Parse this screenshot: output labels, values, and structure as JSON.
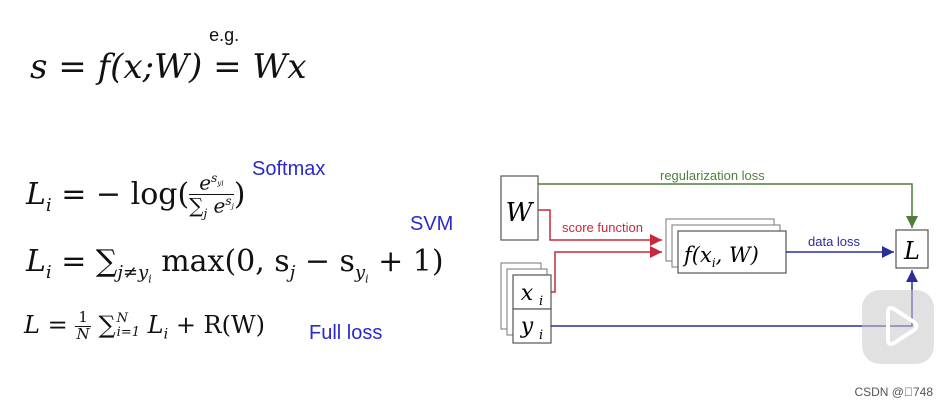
{
  "formulas": {
    "score": {
      "lhs": "s",
      "eq": "=",
      "func": "f(x;W)",
      "eg": "e.g.",
      "rhs": "Wx"
    },
    "softmax": {
      "lhs": "L",
      "lhs_sub": "i",
      "eq": "=",
      "neglog": "− log(",
      "num_base": "e",
      "num_exp": "s",
      "num_exp_sub": "y",
      "num_exp_sub2": "i",
      "den_sum": "∑",
      "den_sum_sub": "j",
      "den_base": "e",
      "den_exp": "s",
      "den_exp_sub": "j",
      "close": ")",
      "label": "Softmax"
    },
    "svm": {
      "label": "SVM",
      "lhs": "L",
      "lhs_sub": "i",
      "eq": "=",
      "sum": "∑",
      "sum_sub": "j≠y",
      "sum_sub2": "i",
      "body": "max(0, s",
      "s_sub": "j",
      "minus": " − s",
      "sy_sub": "y",
      "sy_sub2": "i",
      "tail": " + 1)"
    },
    "full": {
      "lhs": "L",
      "eq": "=",
      "frac_num": "1",
      "frac_den": "N",
      "sum": "∑",
      "sum_sup": "N",
      "sum_sub": "i=1",
      "Li": "L",
      "Li_sub": "i",
      "plus": "+ R(W)",
      "label": "Full loss"
    }
  },
  "diagram": {
    "W": "W",
    "xi": "x",
    "xi_sub": "i",
    "yi": "y",
    "yi_sub": "i",
    "f_box": "f(x",
    "f_box_sub": "i",
    "f_box_tail": ", W)",
    "L": "L",
    "reg_label": "regularization loss",
    "score_label": "score function",
    "data_label": "data loss",
    "colors": {
      "reg": "#4e7f3a",
      "score": "#c8283a",
      "data": "#2c2c9c"
    }
  },
  "watermark": "CSDN @\u0000748"
}
